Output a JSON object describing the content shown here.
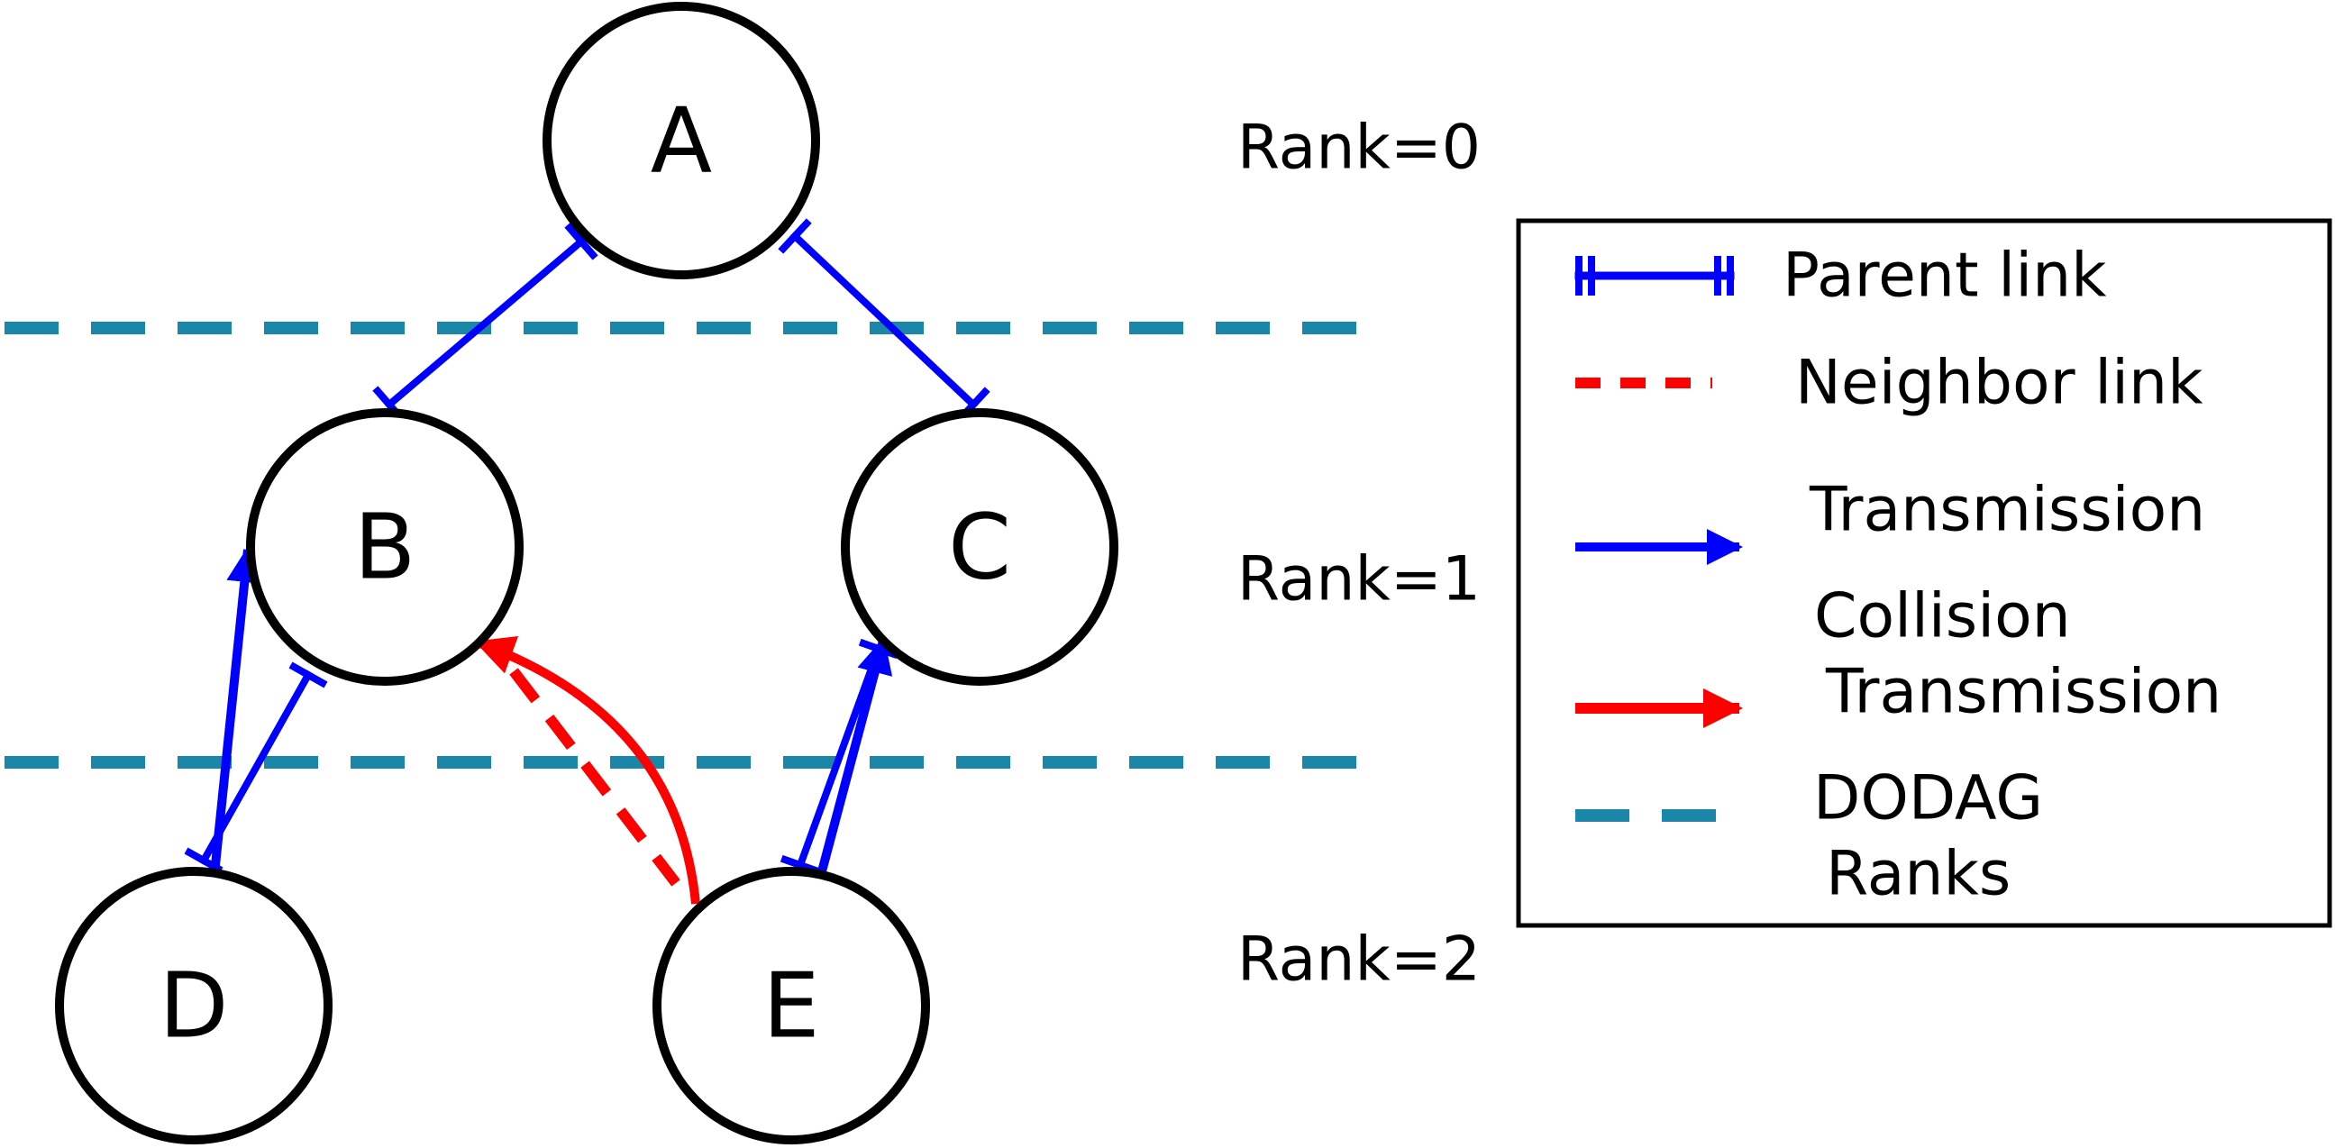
{
  "colors": {
    "parent_link": "#0000ff",
    "neighbor_link": "#ff0000",
    "transmission": "#0000ff",
    "collision_transmission": "#ff0000",
    "dodag_ranks": "#1a86a8",
    "node_stroke": "#000000"
  },
  "nodes": {
    "a": "A",
    "b": "B",
    "c": "C",
    "d": "D",
    "e": "E"
  },
  "ranks": {
    "rank0": "Rank=0",
    "rank1": "Rank=1",
    "rank2": "Rank=2"
  },
  "links": {
    "parent": [
      [
        "A",
        "B"
      ],
      [
        "A",
        "C"
      ],
      [
        "B",
        "D"
      ],
      [
        "C",
        "E"
      ]
    ],
    "neighbor": [
      [
        "B",
        "E"
      ]
    ],
    "transmission": [
      [
        "D",
        "B"
      ],
      [
        "E",
        "C"
      ]
    ],
    "collision_transmission": [
      [
        "E",
        "B"
      ]
    ]
  },
  "legend": {
    "parent_link": "Parent link",
    "neighbor_link": "Neighbor link",
    "transmission": "Transmission",
    "collision_line1": "Collision",
    "collision_line2": "Transmission",
    "dodag_line1": "DODAG",
    "dodag_line2": "Ranks"
  }
}
